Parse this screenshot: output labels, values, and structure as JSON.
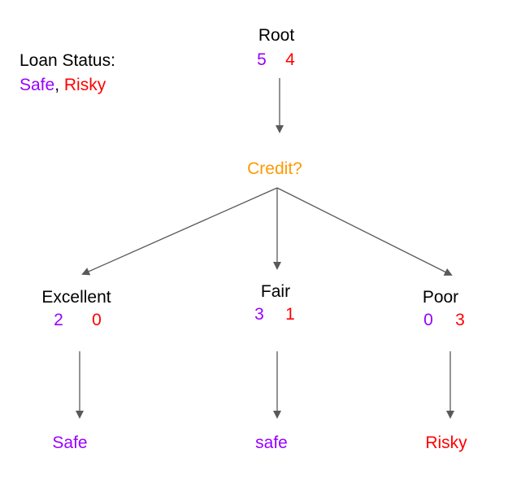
{
  "legend": {
    "title": "Loan Status:",
    "safe_label": "Safe",
    "separator": ", ",
    "risky_label": "Risky",
    "safe_color": "#9900ff",
    "risky_color": "#ff0000"
  },
  "root": {
    "label": "Root",
    "safe_count": "5",
    "risky_count": "4"
  },
  "split": {
    "label": "Credit?",
    "color": "#ff9900"
  },
  "branches": [
    {
      "label": "Excellent",
      "safe_count": "2",
      "risky_count": "0",
      "prediction": "Safe",
      "prediction_class": "safe"
    },
    {
      "label": "Fair",
      "safe_count": "3",
      "risky_count": "1",
      "prediction": "safe",
      "prediction_class": "safe"
    },
    {
      "label": "Poor",
      "safe_count": "0",
      "risky_count": "3",
      "prediction": "Risky",
      "prediction_class": "risky"
    }
  ]
}
